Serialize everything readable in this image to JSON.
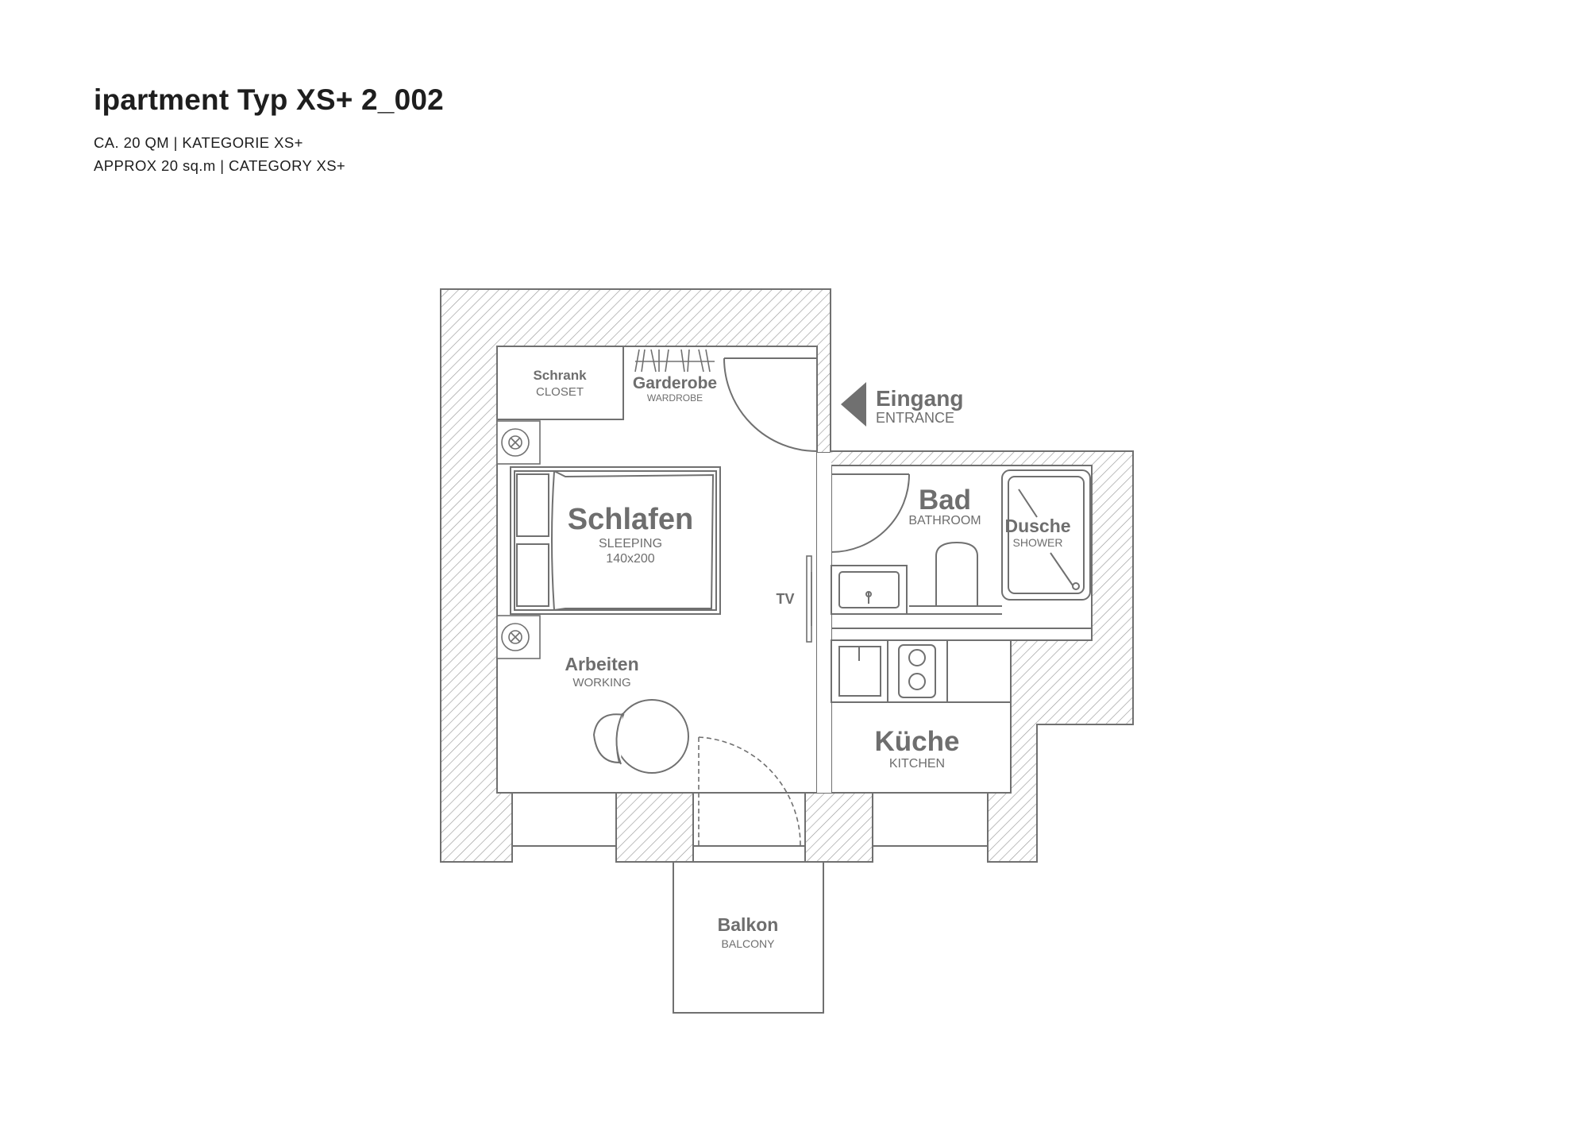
{
  "header": {
    "title": "ipartment Typ XS+ 2_002",
    "line1": "CA. 20 QM | KATEGORIE XS+",
    "line2": "APPROX 20 sq.m | CATEGORY XS+"
  },
  "rooms": {
    "schrank": {
      "de": "Schrank",
      "en": "CLOSET"
    },
    "garderobe": {
      "de": "Garderobe",
      "en": "WARDROBE"
    },
    "eingang": {
      "de": "Eingang",
      "en": "ENTRANCE"
    },
    "schlafen": {
      "de": "Schlafen",
      "en": "SLEEPING",
      "size": "140x200"
    },
    "bad": {
      "de": "Bad",
      "en": "BATHROOM"
    },
    "dusche": {
      "de": "Dusche",
      "en": "SHOWER"
    },
    "tv": {
      "de": "TV"
    },
    "arbeiten": {
      "de": "Arbeiten",
      "en": "WORKING"
    },
    "kueche": {
      "de": "Küche",
      "en": "KITCHEN"
    },
    "balkon": {
      "de": "Balkon",
      "en": "BALCONY"
    }
  },
  "colors": {
    "line": "#707070",
    "label": "#6e6e6e",
    "title": "#1e1e1e",
    "hatch": "#9a9a9a"
  }
}
